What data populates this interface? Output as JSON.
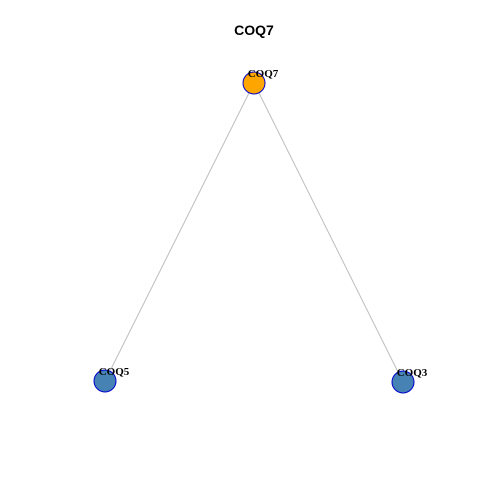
{
  "title": "COQ7",
  "colors": {
    "center_node": "#ffa500",
    "neighbor_node": "#4682b4",
    "node_border": "#0000cd",
    "edge": "#bdbdbd"
  },
  "nodes": [
    {
      "id": "COQ7",
      "label": "COQ7",
      "role": "center"
    },
    {
      "id": "COQ5",
      "label": "COQ5",
      "role": "neighbor"
    },
    {
      "id": "COQ3",
      "label": "COQ3",
      "role": "neighbor"
    }
  ],
  "edges": [
    {
      "source": "COQ7",
      "target": "COQ5"
    },
    {
      "source": "COQ7",
      "target": "COQ3"
    }
  ]
}
